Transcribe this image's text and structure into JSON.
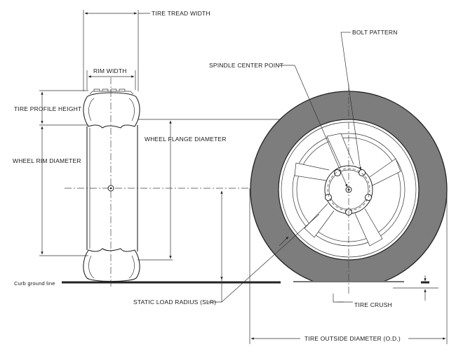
{
  "labels": {
    "tire_tread_width": "TIRE TREAD WIDTH",
    "rim_width": "RIM WIDTH",
    "bolt_pattern": "BOLT PATTERN",
    "spindle_center_point": "SPINDLE CENTER POINT",
    "tire_profile_height": "TIRE PROFILE HEIGHT",
    "wheel_flange_diameter": "WHEEL FLANGE DIAMETER",
    "wheel_rim_diameter": "WHEEL RIM DIAMETER",
    "curb_ground_line": "Curb ground line",
    "static_load_radius": "STATIC LOAD RADIUS (SLR)",
    "tire_crush": "TIRE CRUSH",
    "tire_outside_diameter": "TIRE OUTSIDE DIAMETER (O.D.)"
  },
  "colors": {
    "tire": "#7a7a7a",
    "tire_outline": "#222222",
    "background": "#ffffff"
  }
}
